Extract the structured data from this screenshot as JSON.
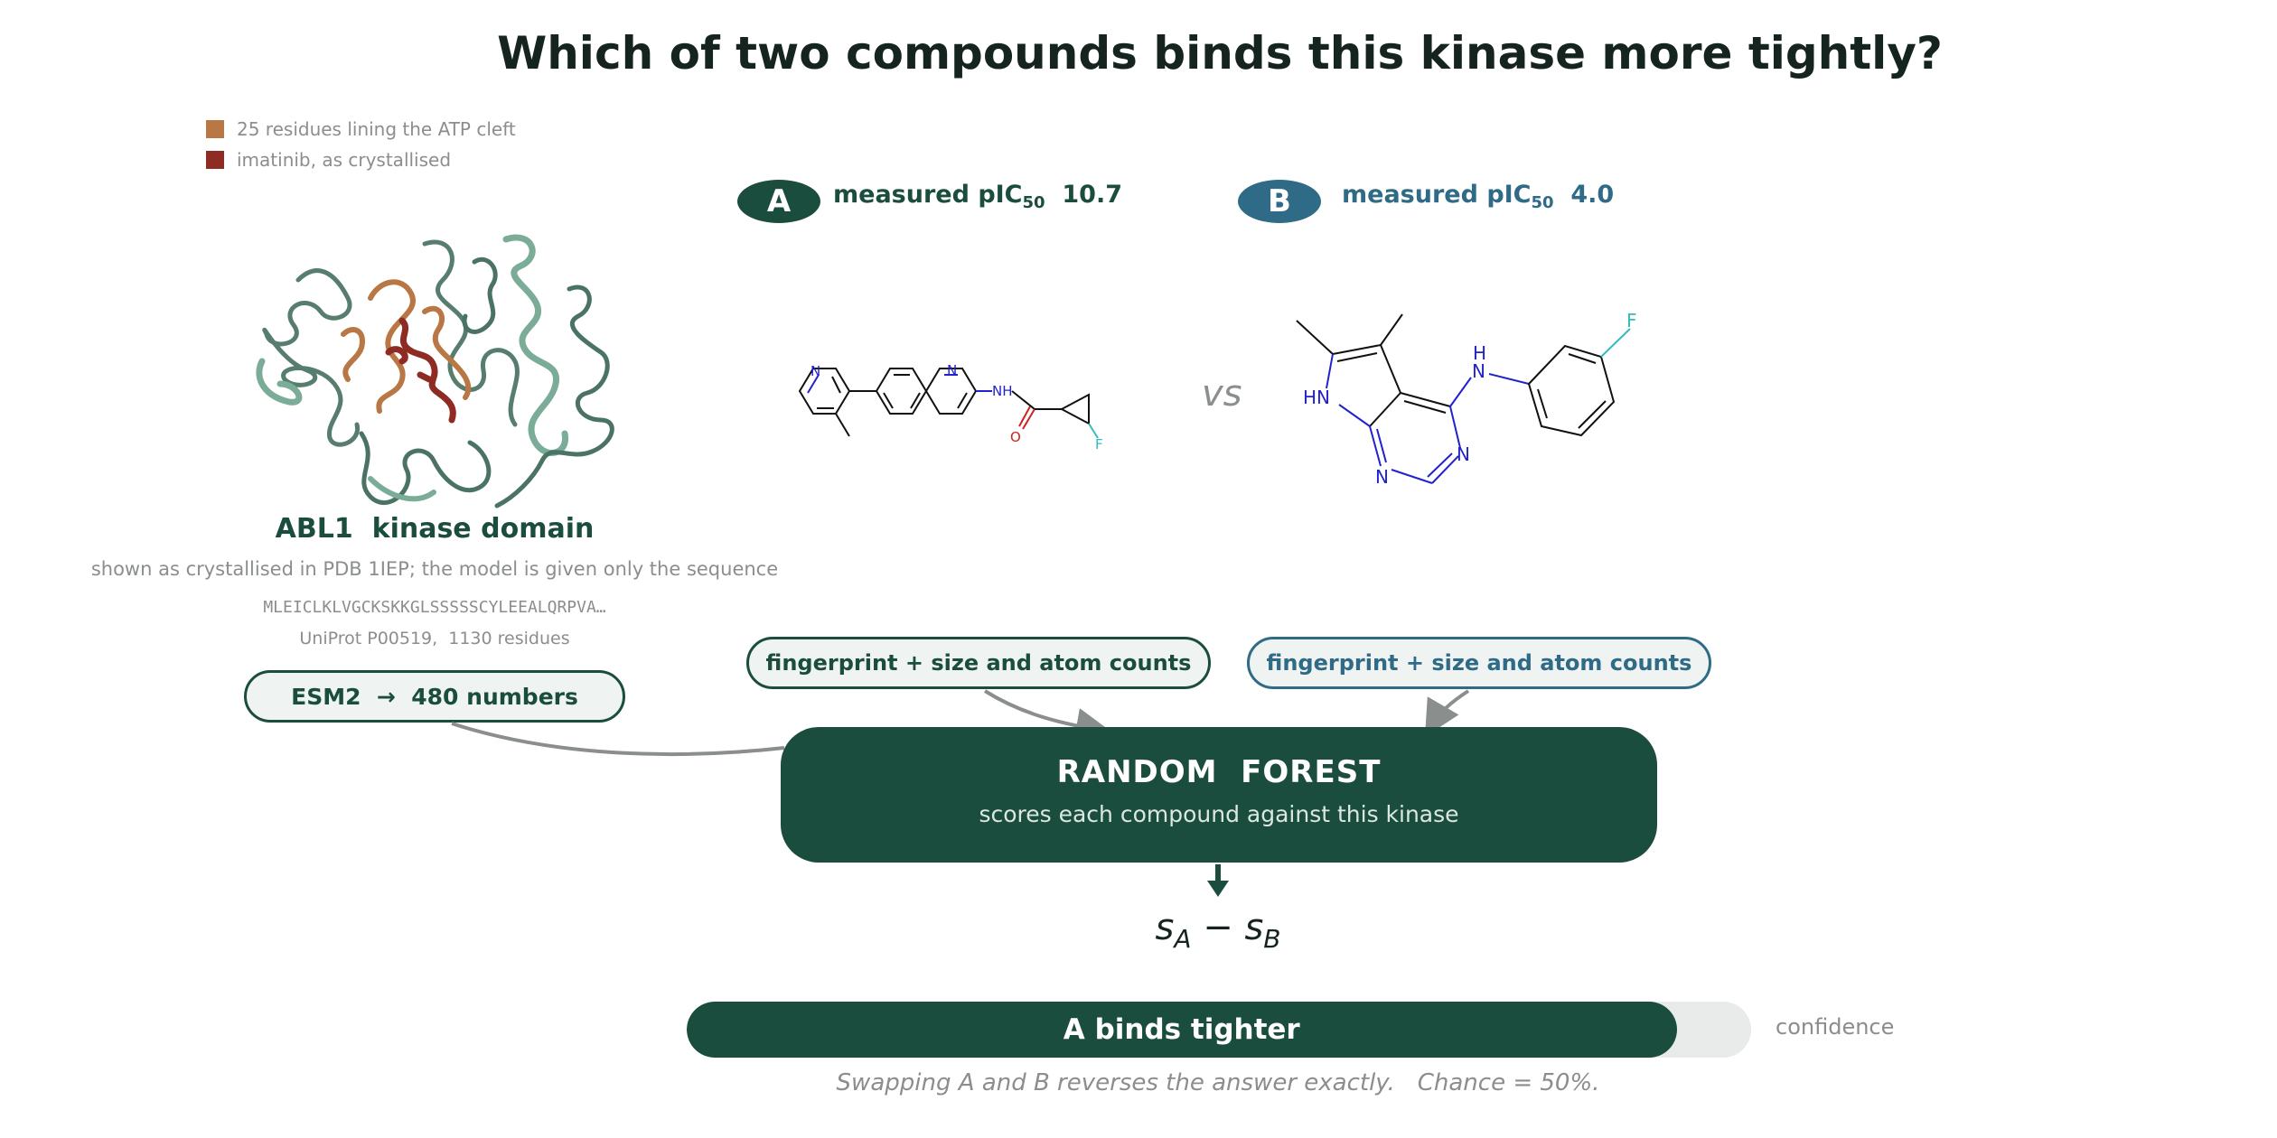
{
  "title": "Which of two compounds binds this kinase more tightly?",
  "legend": [
    {
      "label": "25 residues lining the ATP cleft",
      "color": "#b87744"
    },
    {
      "label": "imatinib, as crystallised",
      "color": "#8e2b22"
    }
  ],
  "protein": {
    "name": "ABL1  kinase domain",
    "description": "shown as crystallised in PDB 1IEP; the model is given only the sequence",
    "sequence": "MLEICLKLVGCKSKKGLSSSSSCYLEEALQRPVA…",
    "uniprot": "UniProt P00519,  1130 residues",
    "embedding": "ESM2  →  480 numbers"
  },
  "compound_a": {
    "badge": "A",
    "measure_prefix": "measured pIC",
    "measure_sub": "50",
    "value": "10.7",
    "features": "fingerprint + size and atom counts",
    "color": "#1b4d3e",
    "atoms": {
      "N_ring1": "N",
      "N_ring2": "N",
      "NH": "NH",
      "O": "O",
      "F": "F"
    }
  },
  "vs": "vs",
  "compound_b": {
    "badge": "B",
    "measure_prefix": "measured pIC",
    "measure_sub": "50",
    "value": "4.0",
    "features": "fingerprint + size and atom counts",
    "color": "#2f6b87",
    "atoms": {
      "HN": "HN",
      "H": "H",
      "N_amine": "N",
      "N1": "N",
      "N2": "N",
      "F": "F"
    }
  },
  "model": {
    "title": "RANDOM  FOREST",
    "subtitle": "scores each compound against this kinase"
  },
  "score_diff": {
    "s": "s",
    "a": "A",
    "minus": " − ",
    "b": "B"
  },
  "result": {
    "label": "A binds tighter",
    "confidence_label": "confidence",
    "confidence_value": 0.93
  },
  "footnote": "Swapping A and B reverses the answer exactly.   Chance = 50%.",
  "colors": {
    "dark_green": "#1b4d3e",
    "teal_blue": "#2f6b87",
    "gray": "#8a8e8c",
    "orange": "#b87744",
    "red": "#8e2b22"
  }
}
